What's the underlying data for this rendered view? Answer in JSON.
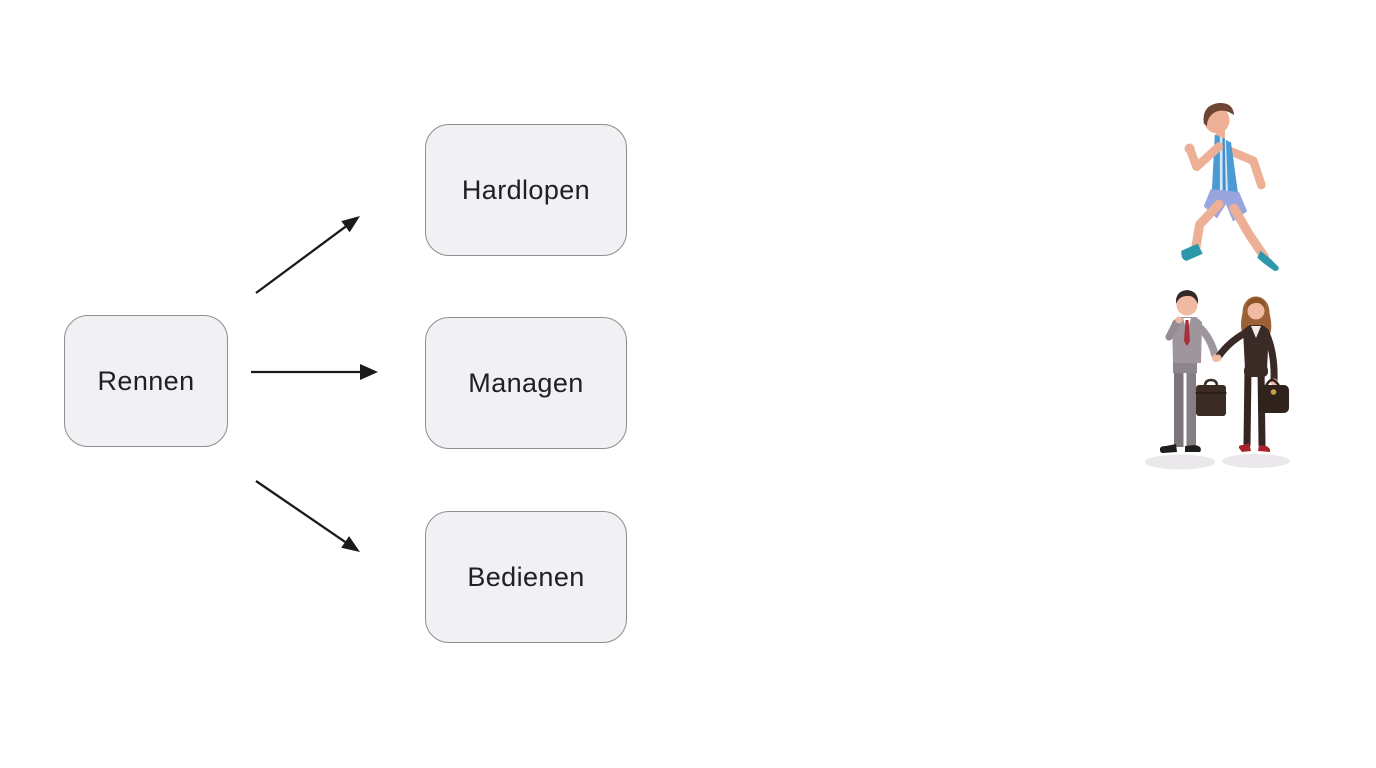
{
  "diagram": {
    "root": {
      "label": "Rennen"
    },
    "children": [
      {
        "label": "Hardlopen"
      },
      {
        "label": "Managen"
      },
      {
        "label": "Bedienen"
      }
    ],
    "style": {
      "box_fill": "#f1f0f3",
      "box_border": "#8d8d93",
      "text_color": "#202024",
      "arrow_color": "#1a1a1a"
    }
  },
  "illustrations": {
    "runner": {
      "name": "running-man-illustration"
    },
    "handshake": {
      "name": "businessman-businesswoman-handshake-illustration"
    }
  }
}
